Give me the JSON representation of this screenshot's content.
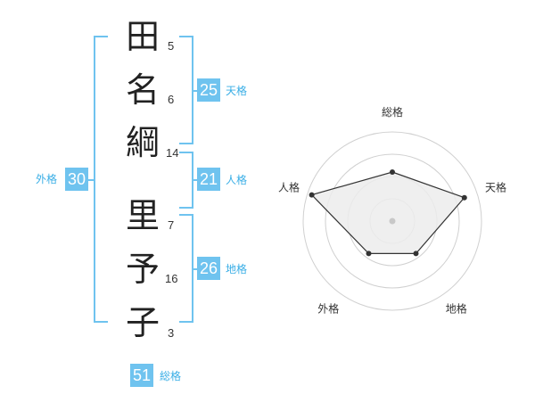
{
  "name_chars": [
    {
      "char": "田",
      "strokes": "5"
    },
    {
      "char": "名",
      "strokes": "6"
    },
    {
      "char": "綱",
      "strokes": "14"
    },
    {
      "char": "里",
      "strokes": "7"
    },
    {
      "char": "予",
      "strokes": "16"
    },
    {
      "char": "子",
      "strokes": "3"
    }
  ],
  "fortunes": {
    "tenkaku": {
      "value": "25",
      "label": "天格"
    },
    "jinkaku": {
      "value": "21",
      "label": "人格"
    },
    "chikaku": {
      "value": "26",
      "label": "地格"
    },
    "gaikaku": {
      "value": "30",
      "label": "外格"
    },
    "soukaku": {
      "value": "51",
      "label": "総格"
    }
  },
  "chart_data": {
    "type": "radar",
    "axes": [
      "総格",
      "天格",
      "地格",
      "外格",
      "人格"
    ],
    "values": [
      0.55,
      0.85,
      0.45,
      0.45,
      0.95
    ],
    "range": [
      0,
      1
    ],
    "rings": 4,
    "colors": {
      "fill": "#ececec",
      "stroke": "#333333",
      "ring": "#d0d0d0",
      "center": "#c8c8c8"
    }
  },
  "colors": {
    "accent": "#6fc3ef",
    "label": "#39aee6"
  }
}
